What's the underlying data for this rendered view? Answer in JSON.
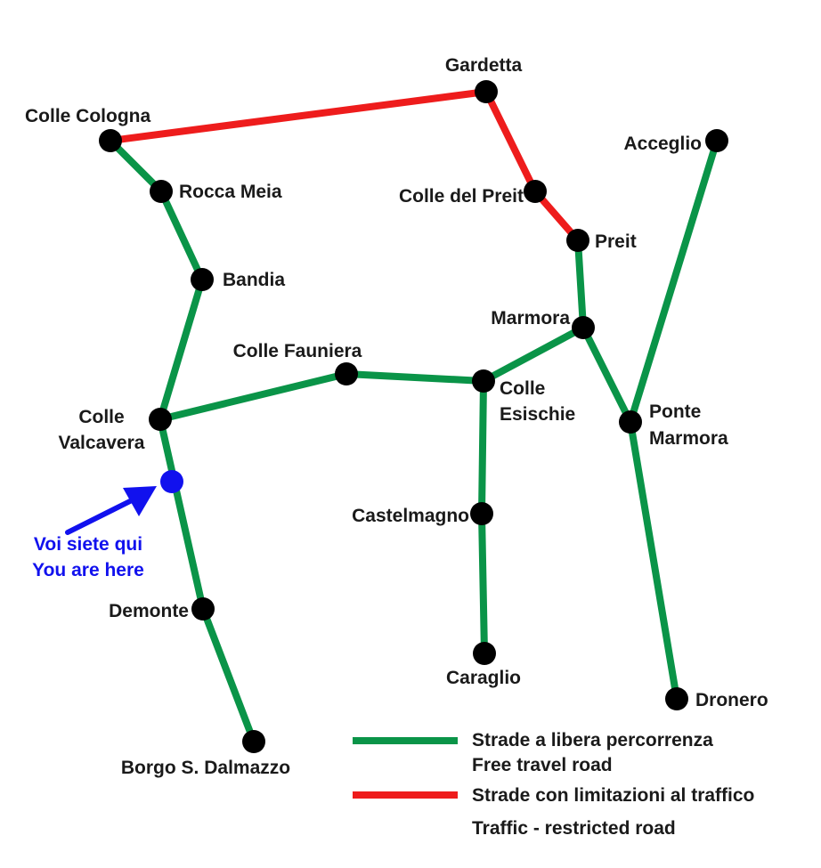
{
  "colors": {
    "free_road": "#0a9448",
    "restricted_road": "#ee1c1c",
    "node": "#000000",
    "you_are_here": "#1111ee",
    "label": "#1a1a1a"
  },
  "places": {
    "colle_cologna": "Colle Cologna",
    "gardetta": "Gardetta",
    "acceglio": "Acceglio",
    "rocca_meia": "Rocca Meia",
    "colle_del_preit": "Colle del Preit",
    "preit": "Preit",
    "bandia": "Bandia",
    "marmora": "Marmora",
    "colle_fauniera": "Colle Fauniera",
    "colle_esischie_1": "Colle",
    "colle_esischie_2": "Esischie",
    "colle_valcavera_1": "Colle",
    "colle_valcavera_2": "Valcavera",
    "ponte_marmora_1": "Ponte",
    "ponte_marmora_2": "Marmora",
    "castelmagno": "Castelmagno",
    "demonte": "Demonte",
    "caraglio": "Caraglio",
    "dronero": "Dronero",
    "borgo_s_dalmazzo": "Borgo S. Dalmazzo"
  },
  "you_are_here": {
    "line1": "Voi siete qui",
    "line2": "You are here"
  },
  "legend": {
    "free_it": "Strade a libera percorrenza",
    "free_en": "Free travel road",
    "restricted_it": "Strade con limitazioni al traffico",
    "restricted_en": "Traffic - restricted road"
  }
}
